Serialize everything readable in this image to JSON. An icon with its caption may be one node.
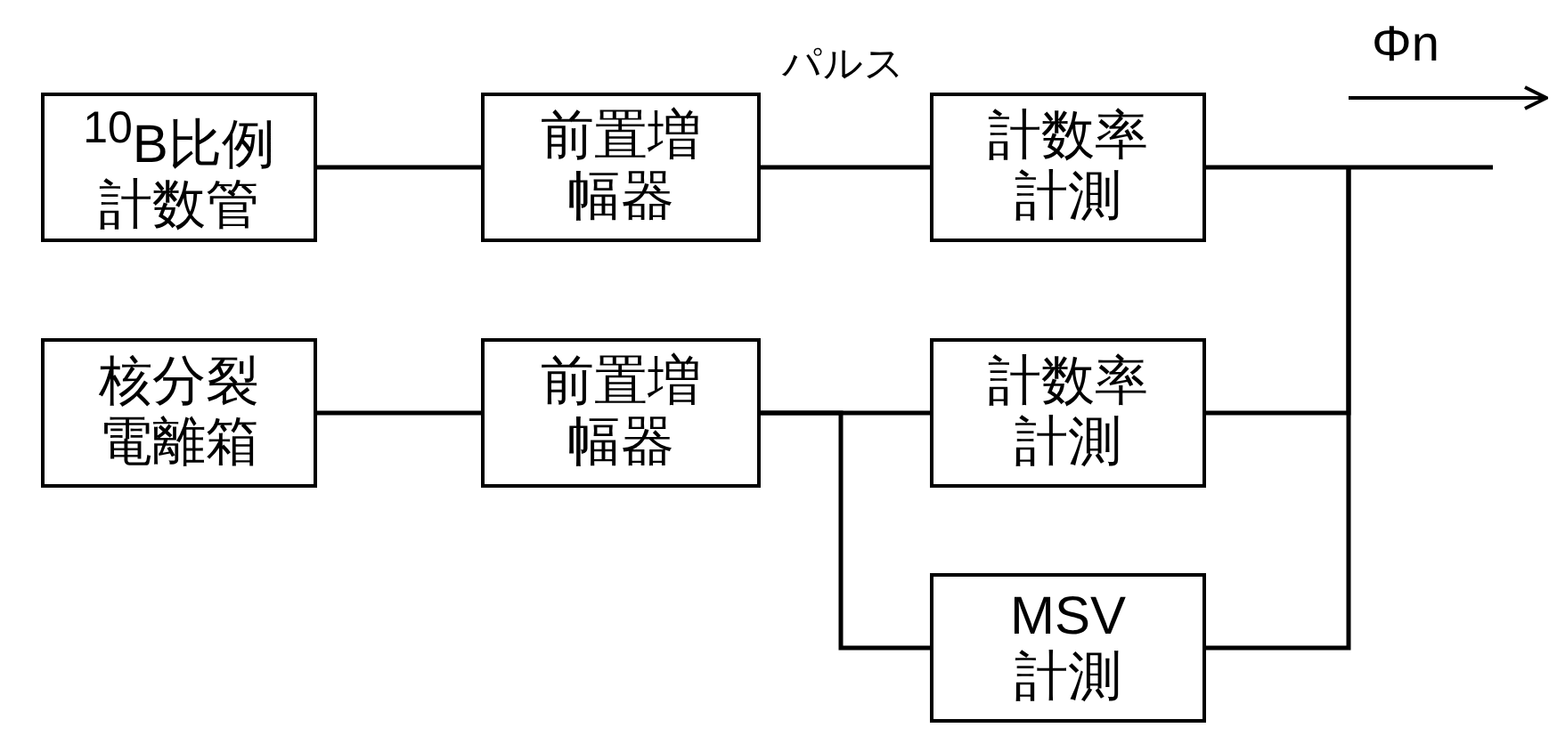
{
  "diagram": {
    "nodes": [
      {
        "text": [
          "$^{10}$B比例計数管"
        ]
      },
      {
        "text": [
          "前置増幅器"
        ]
      },
      {
        "text": [
          "計数率計測"
        ]
      },
      {
        "text": [
          "核分裂電離箱"
        ]
      },
      {
        "text": [
          "前置増幅器"
        ]
      },
      {
        "text": [
          "計数率計測"
        ]
      },
      {
        "text": [
          "MSV計測"
        ]
      }
    ],
    "edges": [
      {
        "from": 0,
        "to": 1,
        "arrow": "none"
      },
      {
        "from": 1,
        "to": 2,
        "arrow": "none",
        "label": "パルス"
      },
      {
        "from": 3,
        "to": 4,
        "arrow": "none"
      },
      {
        "from": 4,
        "to": 5,
        "arrow": "none"
      },
      {
        "from": 4,
        "to": 6,
        "arrow": "none"
      },
      {
        "from": 2,
        "to": null,
        "arrow": "none"
      },
      {
        "from": 5,
        "to": null,
        "arrow": "none"
      },
      {
        "from": 6,
        "to": null,
        "arrow": "none"
      }
    ],
    "labels": [
      "Φn"
    ]
  }
}
